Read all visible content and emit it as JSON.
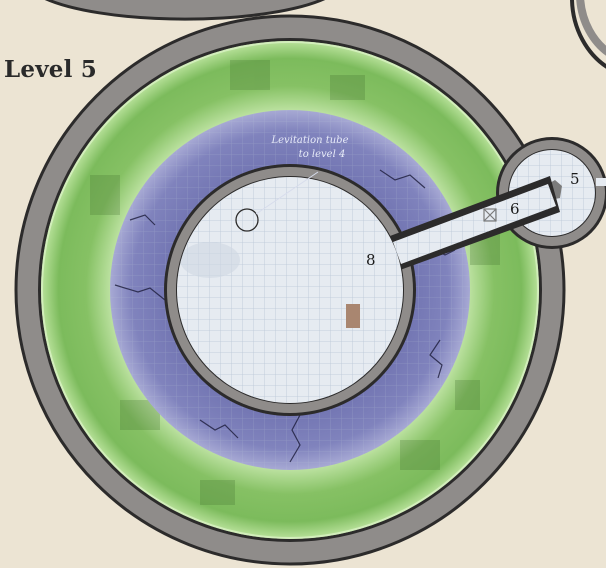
{
  "map": {
    "level_title": "Level 5",
    "annotation": {
      "line1": "Levitation tube",
      "line2": "to level 4"
    },
    "rooms": [
      {
        "id": "room-5",
        "label": "5"
      },
      {
        "id": "room-6",
        "label": "6"
      },
      {
        "id": "room-8",
        "label": "8"
      }
    ],
    "colors": {
      "parchment": "#ece4d3",
      "outer_wall": "#8f8c8a",
      "wall_edge": "#2c2b2b",
      "green_ring": "#8cc46a",
      "green_glow": "#c9ebb0",
      "blue_ring": "#7c7fb9",
      "floor": "#e6ebf1",
      "grid_line": "#b9c6d6",
      "pillar": "#a98670"
    }
  }
}
